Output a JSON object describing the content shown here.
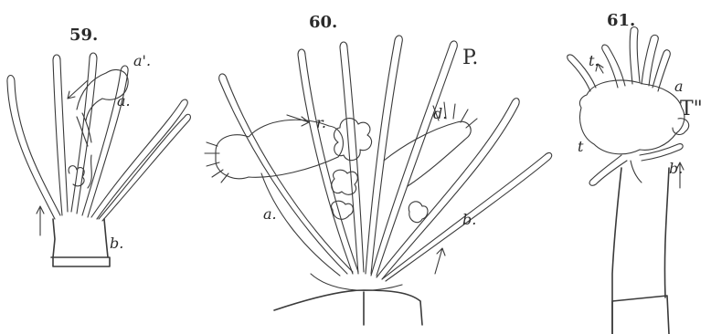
{
  "figures": [
    {
      "number": "59.",
      "labels": {
        "a_prime": "a'.",
        "a": "a.",
        "b": "b."
      }
    },
    {
      "number": "60.",
      "labels": {
        "P": "P.",
        "r": "r.",
        "d": "d.",
        "a": "a.",
        "b": "b."
      }
    },
    {
      "number": "61.",
      "labels": {
        "t_upper": "t.",
        "a": "a",
        "T": "T\"",
        "t_lower": "t",
        "b": "b."
      }
    }
  ]
}
